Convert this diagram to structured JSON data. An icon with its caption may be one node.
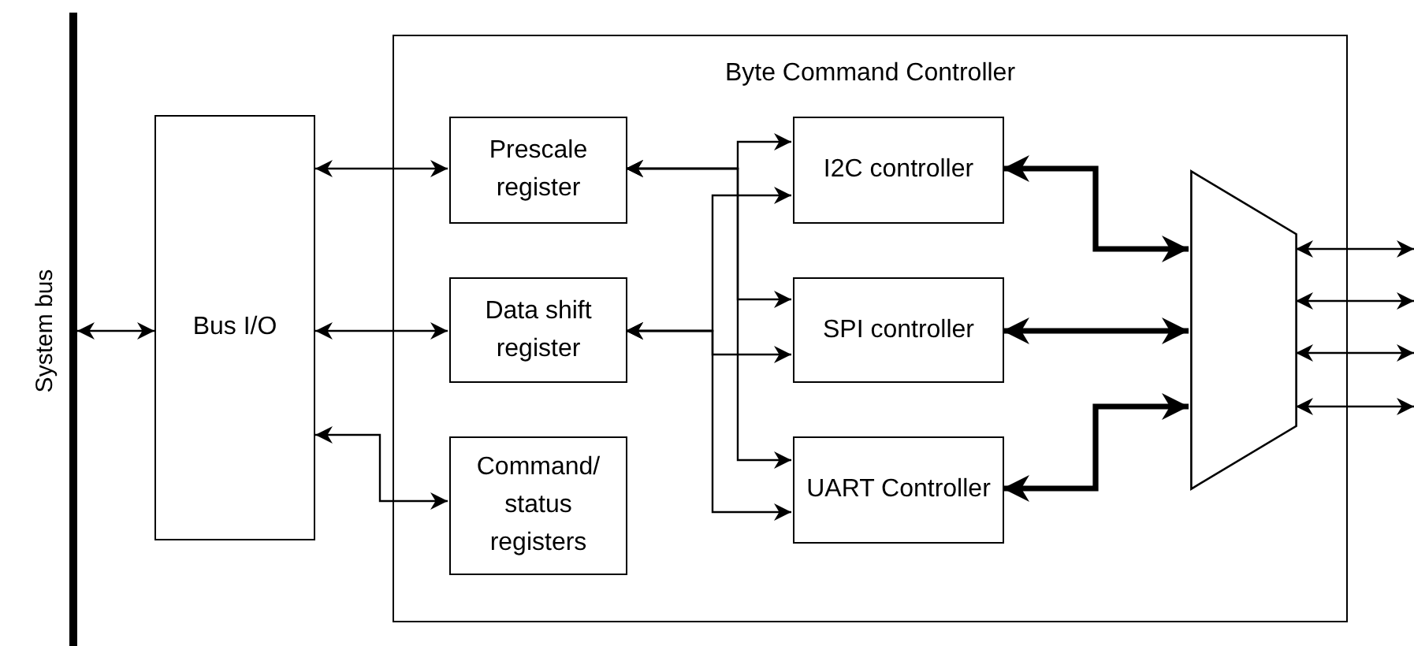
{
  "diagram": {
    "nodes": [
      {
        "text": [],
        "shape": "bar",
        "beside": [
          "System bus"
        ]
      },
      {
        "text": [
          "Byte Command Controller"
        ]
      },
      {
        "text": [
          "Bus I/O"
        ]
      },
      {
        "text": [
          "Prescale register"
        ],
        "in": 1
      },
      {
        "text": [
          "Data shift register"
        ],
        "in": 1
      },
      {
        "text": [
          "Command/ status registers"
        ],
        "in": 1
      },
      {
        "text": [
          "I2C controller"
        ],
        "in": 1
      },
      {
        "text": [
          "SPI controller"
        ],
        "in": 1
      },
      {
        "text": [
          "UART Controller"
        ],
        "in": 1
      },
      {
        "text": [],
        "shape": "trapezoid",
        "in": 1
      }
    ],
    "edges": [
      {
        "from": 0,
        "to": 2,
        "arrow": "both"
      },
      {
        "from": 2,
        "to": 3,
        "arrow": "both"
      },
      {
        "from": 2,
        "to": 4,
        "arrow": "both"
      },
      {
        "from": 2,
        "to": 5,
        "arrow": "both"
      },
      {
        "from": 3,
        "to": 6,
        "arrow": "both"
      },
      {
        "from": 3,
        "to": 7,
        "arrow": "both"
      },
      {
        "from": 3,
        "to": 8,
        "arrow": "both"
      },
      {
        "from": 4,
        "to": 6,
        "arrow": "both"
      },
      {
        "from": 4,
        "to": 7,
        "arrow": "both"
      },
      {
        "from": 4,
        "to": 8,
        "arrow": "both"
      },
      {
        "from": 6,
        "to": 9,
        "arrow": "both",
        "style": "thick"
      },
      {
        "from": 7,
        "to": 9,
        "arrow": "both",
        "style": "thick"
      },
      {
        "from": 8,
        "to": 9,
        "arrow": "both",
        "style": "thick"
      },
      {
        "from": 9,
        "to": null,
        "arrow": "both"
      },
      {
        "from": 9,
        "to": null,
        "arrow": "both"
      },
      {
        "from": 9,
        "to": null,
        "arrow": "both"
      },
      {
        "from": 9,
        "to": null,
        "arrow": "both"
      }
    ]
  }
}
